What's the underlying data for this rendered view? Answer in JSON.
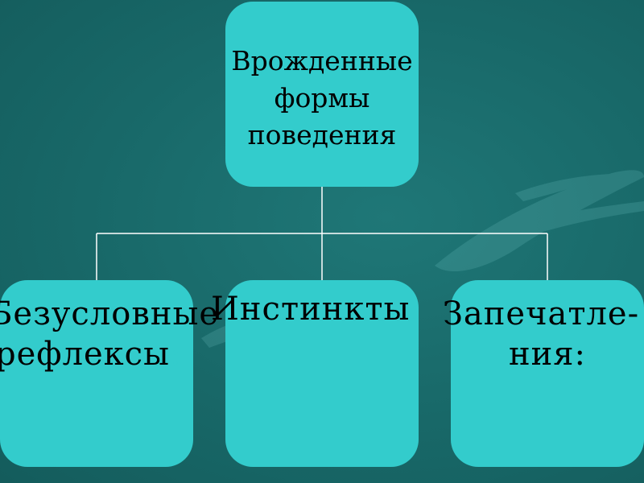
{
  "diagram": {
    "root": {
      "lines": [
        "Врожденные",
        "формы",
        "поведения"
      ]
    },
    "children": [
      {
        "line1": "Безусловные",
        "line2": "рефлексы",
        "colon": ":"
      },
      {
        "line1": "Инстинкты",
        "colon": ":"
      },
      {
        "line1": "Запечатле-",
        "line2": "ния:"
      }
    ]
  },
  "colors": {
    "background": "#196b6b",
    "box_fill": "#33cccc",
    "connector": "#ffffff"
  }
}
